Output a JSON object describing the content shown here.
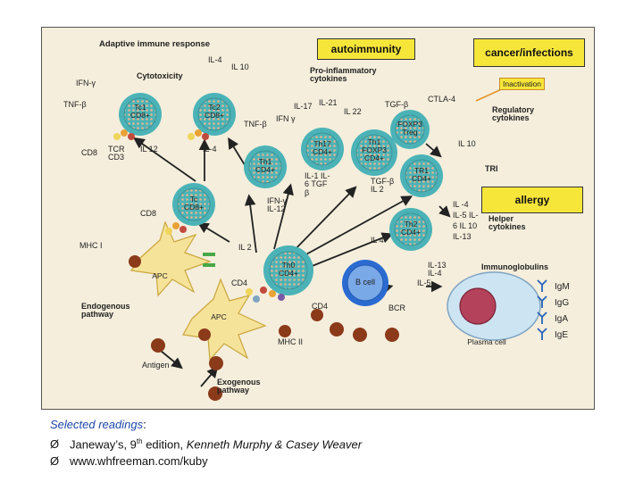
{
  "diagram": {
    "title": "Adaptive immune response",
    "tags": {
      "autoimmunity": "autoimmunity",
      "cancer": "cancer/infections",
      "allergy": "allergy"
    },
    "inactivation": "Inactivation",
    "sections": {
      "cytotoxicity": "Cytotoxicity",
      "proinflammatory": "Pro-inflammatory cytokines",
      "regulatory": "Regulatory cytokines",
      "helper": "Helper cytokines",
      "immunoglobulins": "Immunoglobulins",
      "endogenous": "Endogenous pathway",
      "exogenous": "Exogenous pathway"
    },
    "cells": {
      "tc1": "Tc1 CD8+",
      "tc2": "Tc2 CD8+",
      "th17": "Th17 CD4+",
      "th1": "Th1 CD4+",
      "treg": "Th1 FOXP3 CD4+",
      "foxp3": "FOXP3 Treg",
      "tr1": "TR1 CD4+",
      "tc": "Tc CD8+",
      "th2": "Th2 CD4+",
      "th0": "Th0 CD4+",
      "bcell": "B cell",
      "plasma": "Plasma cell",
      "apc1": "APC",
      "apc2": "APC"
    },
    "labels": {
      "il4_top": "IL-4",
      "il10_top": "IL 10",
      "ifng_left": "IFN-γ",
      "tnfb_left": "TNF-β",
      "cd8_left": "CD8",
      "tcr_cd3": "TCR CD3",
      "il12": "IL 12",
      "il4_mid": "IL-4",
      "tnfb_mid": "TNF-β",
      "ifng_mid": "IFN γ",
      "il17": "IL-17",
      "il21": "IL-21",
      "il22": "IL 22",
      "tgfb": "TGF-β",
      "ctla4": "CTLA-4",
      "il10_right": "IL 10",
      "tri": "TRI",
      "il1_group": "IL-1 IL-6 TGF β",
      "tgfb_il2": "TGF-β IL 2",
      "ifng_il12": "IFN-γ IL-12",
      "cd8_mid": "CD8",
      "mhc1": "MHC I",
      "il2": "IL 2",
      "il4_center": "IL 4",
      "helper_list": "IL -4 IL-5 IL-6 IL 10 IL-13",
      "il13_il4": "IL-13 IL-4",
      "il5": "IL-5",
      "cd4_left": "CD4",
      "cd4_mid": "CD4",
      "bcr": "BCR",
      "mhc2": "MHC II",
      "antigen": "Antigen",
      "igm": "IgM",
      "igg": "IgG",
      "iga": "IgA",
      "ige": "IgE"
    }
  },
  "readings": {
    "heading": "Selected readings",
    "colon": ":",
    "item1_a": "Janeway’s, 9",
    "item1_sup": "th",
    "item1_b": " edition, ",
    "item1_c": "Kenneth Murphy & Casey Weaver",
    "item2": "www.whfreeman.com/kuby",
    "bullet": "Ø"
  },
  "colors": {
    "panel": "#f5eedc",
    "cell_fill": "#ead9c4",
    "cell_ring": "#4bb3b7",
    "tag": "#f7e63a",
    "apc": "#f6e39a",
    "plasma": "#cde4f2",
    "antigen": "#8b3a1a"
  }
}
